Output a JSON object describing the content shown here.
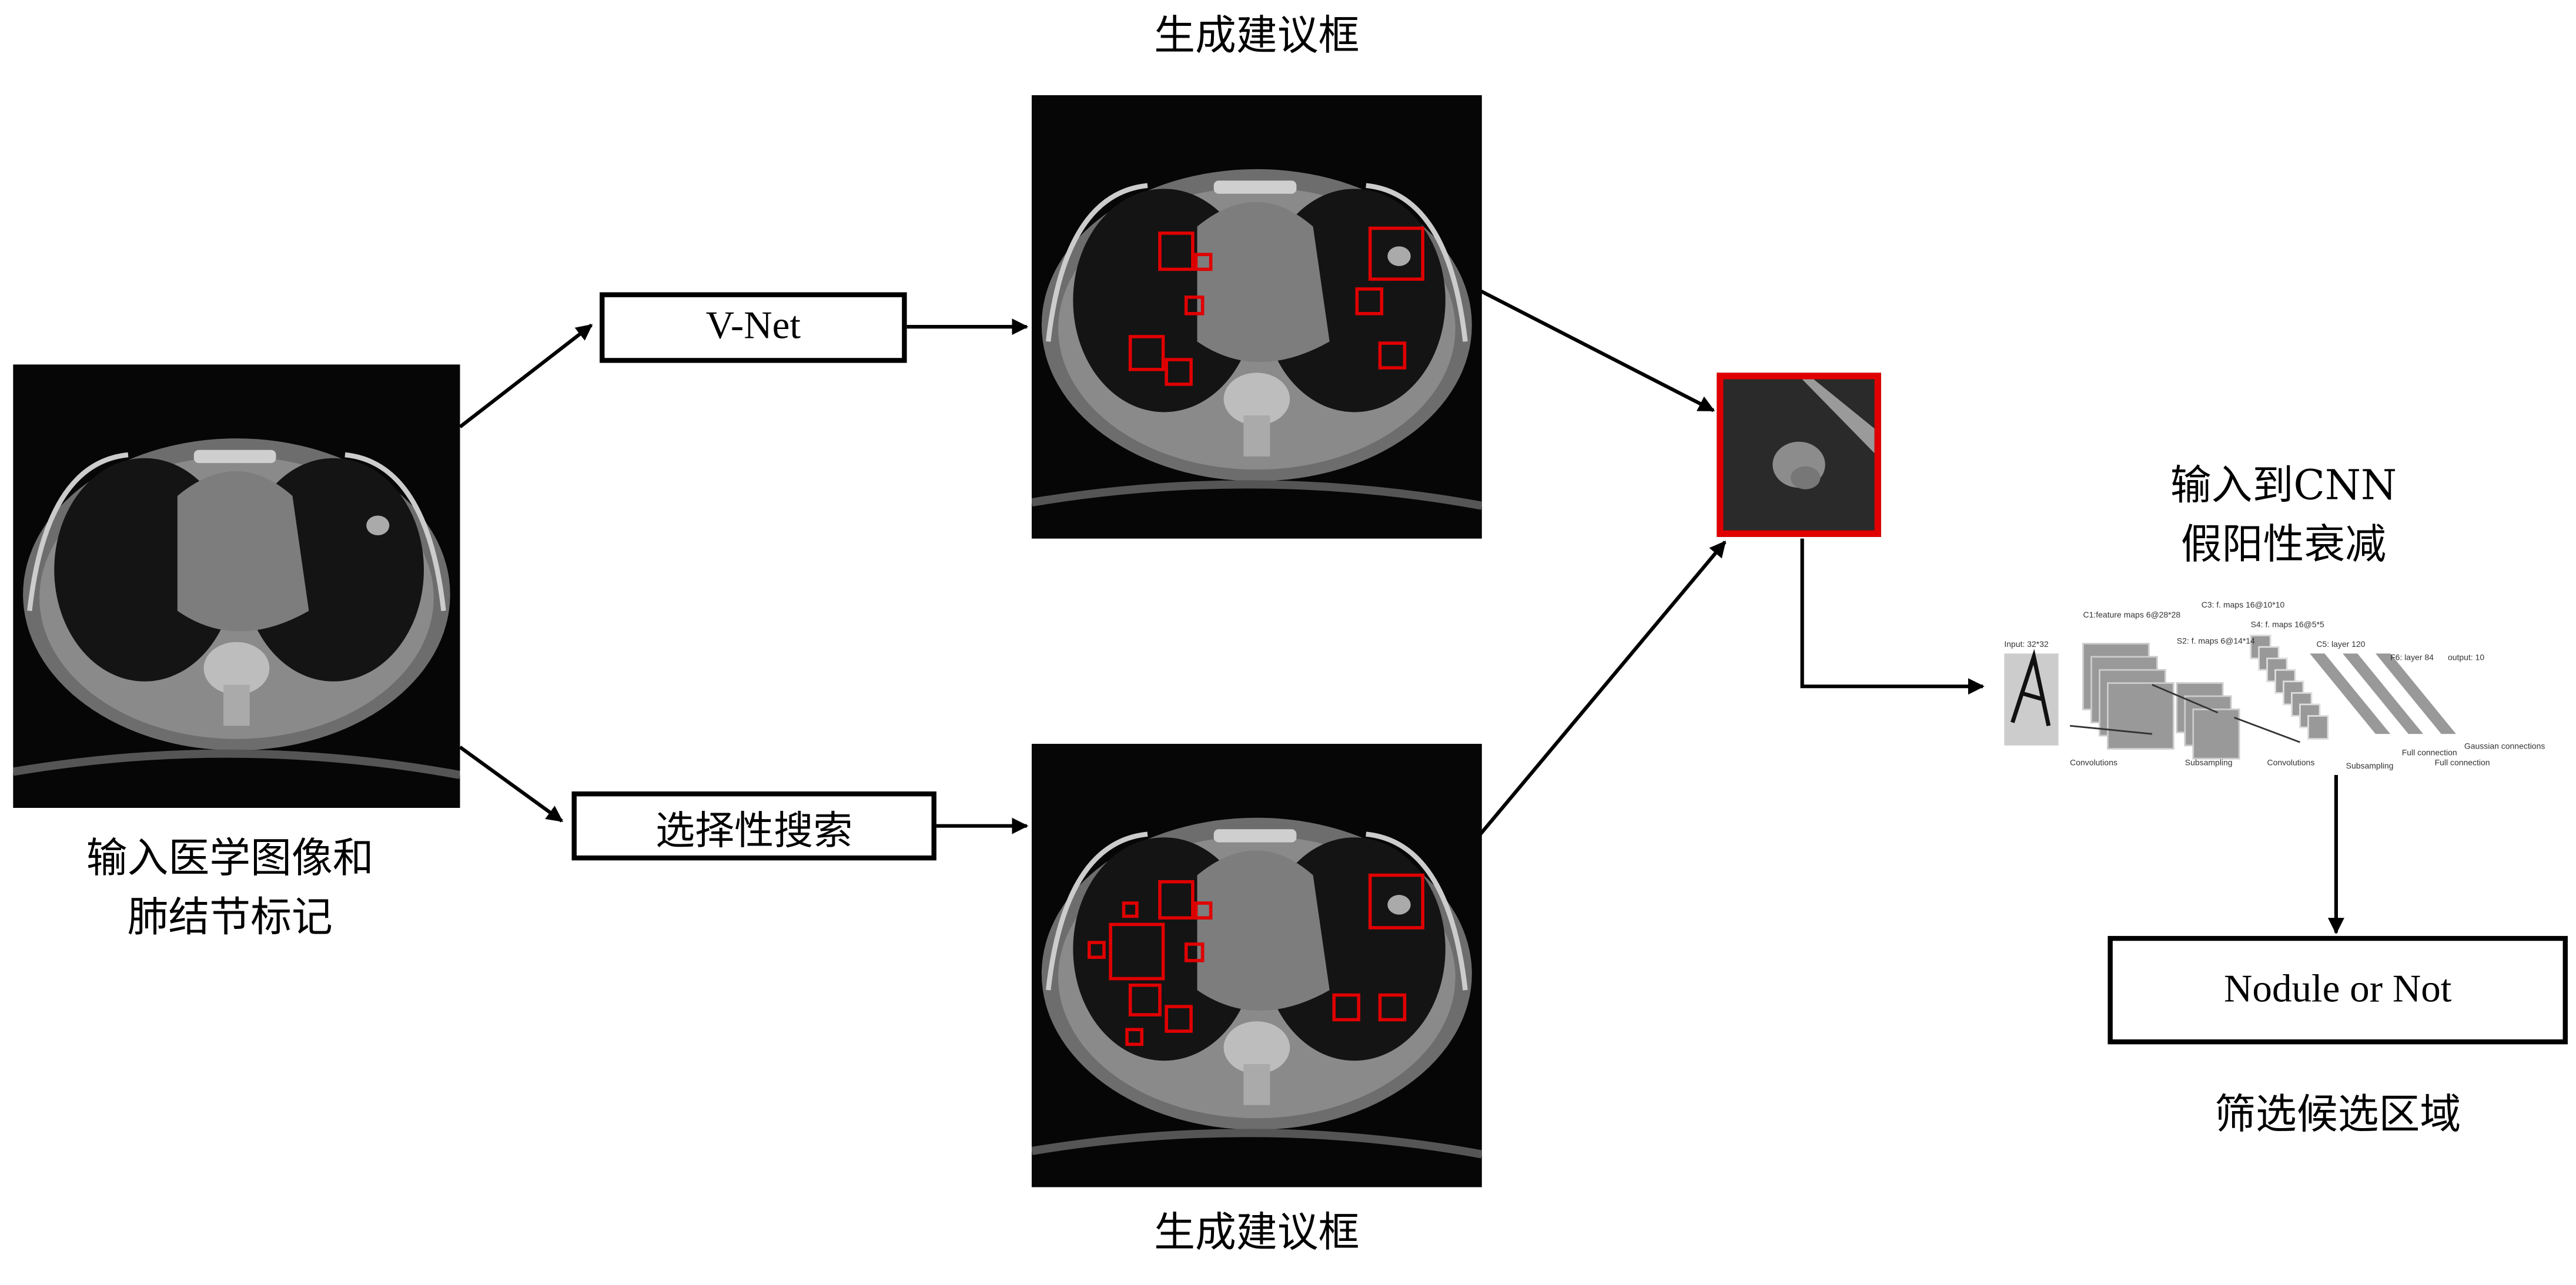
{
  "input": {
    "caption_line1": "输入医学图像和",
    "caption_line2": "肺结节标记"
  },
  "top_branch": {
    "method_label": "V-Net",
    "title": "生成建议框"
  },
  "bottom_branch": {
    "method_label": "选择性搜索",
    "title": "生成建议框"
  },
  "cnn": {
    "caption_line1": "输入到CNN",
    "caption_line2": "假阳性衰减",
    "layers": [
      "Input: 32*32",
      "C1:feature maps 6@28*28",
      "S2: f. maps 6@14*14",
      "C3: f. maps 16@10*10",
      "S4: f. maps 16@5*5",
      "C5: layer 120",
      "F6: layer 84",
      "output: 10"
    ],
    "ops": [
      "Convolutions",
      "Subsampling",
      "Convolutions",
      "Subsampling",
      "Full connection",
      "Full connection",
      "Gaussian connections"
    ]
  },
  "output": {
    "label": "Nodule or Not",
    "caption": "筛选候选区域"
  },
  "colors": {
    "box_red": "#e00000"
  }
}
